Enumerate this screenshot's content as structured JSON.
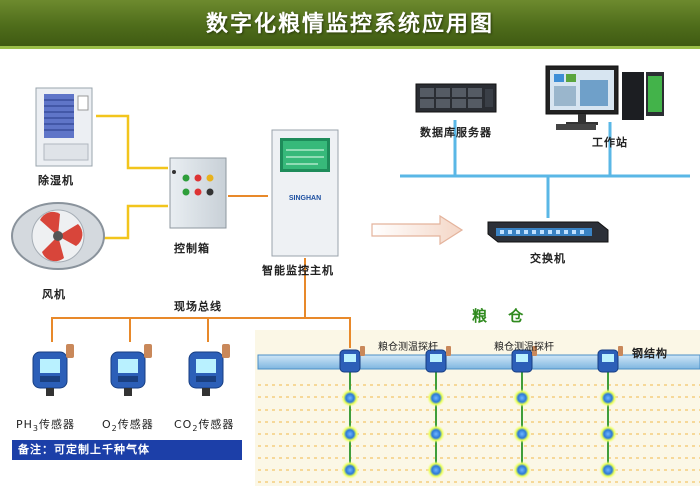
{
  "title": "数字化粮情监控系统应用图",
  "labels": {
    "dehumidifier": "除湿机",
    "fan": "风机",
    "control_box": "控制箱",
    "host": "智能监控主机",
    "db_server": "数据库服务器",
    "workstation": "工作站",
    "switch": "交换机",
    "field_bus": "现场总线",
    "granary": "粮 仓",
    "probe_1": "粮仓测温探杆",
    "probe_2": "粮仓测温探杆",
    "steel": "钢结构",
    "ph3_prefix": "PH",
    "ph3_sub": "3",
    "ph3_suffix": "传感器",
    "o2_prefix": "O",
    "o2_sub": "2",
    "o2_suffix": "传感器",
    "co2_prefix": "CO",
    "co2_sub": "2",
    "co2_suffix": "传感器",
    "host_brand": "SINGHAN"
  },
  "note": "备注：可定制上千种气体",
  "colors": {
    "banner": "#4f6d1b",
    "yellow_wire": "#f2c51c",
    "orange_wire": "#e8892a",
    "network": "#5ab7e6",
    "note_bg": "#1c3fa8",
    "granary_text": "#2f8a1e"
  }
}
